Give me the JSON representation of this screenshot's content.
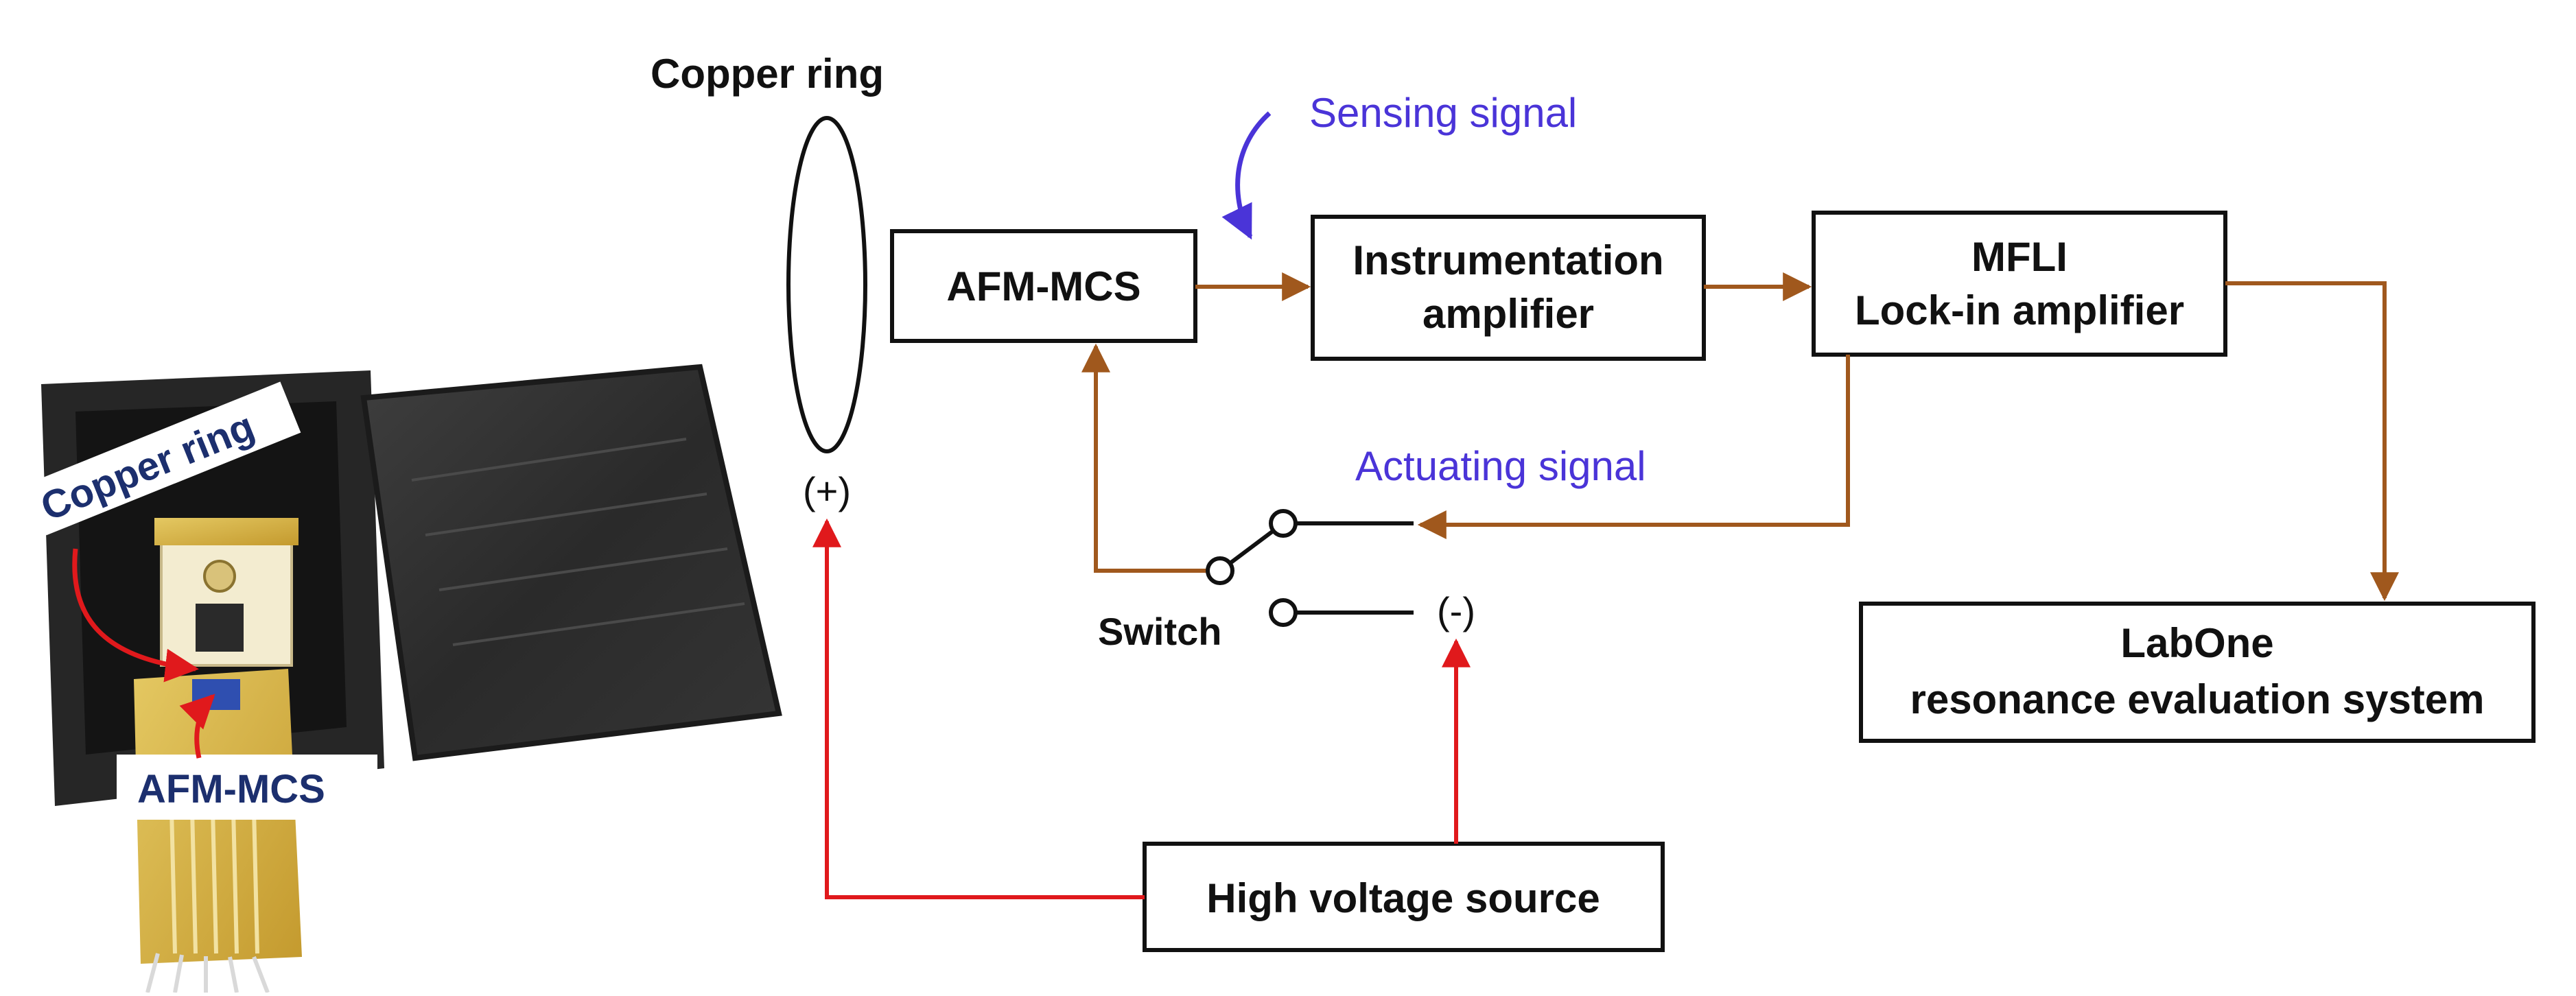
{
  "photo": {
    "copper_ring_label": "Copper ring",
    "afm_label": "AFM-MCS"
  },
  "diagram": {
    "copper_ring_label": "Copper ring",
    "plus_label": "(+)",
    "minus_label": "(-)",
    "switch_label": "Switch",
    "sensing_signal_label": "Sensing signal",
    "actuating_signal_label": "Actuating signal",
    "boxes": {
      "afm": "AFM-MCS",
      "instr_line1": "Instrumentation",
      "instr_line2": "amplifier",
      "mfli_line1": "MFLI",
      "mfli_line2": "Lock-in amplifier",
      "labone_line1": "LabOne",
      "labone_line2": "resonance evaluation system",
      "hv": "High voltage source"
    },
    "colors": {
      "signal_arrow": "#a0581d",
      "hv_arrow": "#e0191c",
      "label_accent": "#4a34d8"
    }
  }
}
